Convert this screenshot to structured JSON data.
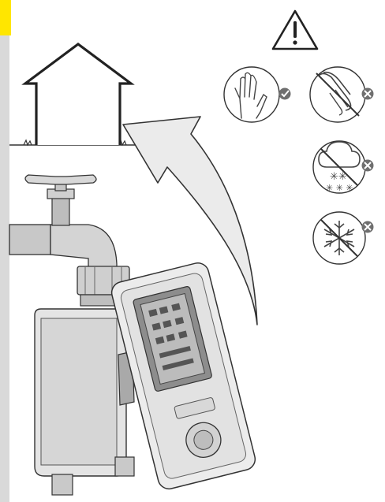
{
  "illustration": {
    "background": "#ffffff",
    "side_strip_color": "#d9d9d9",
    "tab_color": "#ffe600",
    "line_color": "#333333",
    "fill_light": "#e9e9e9",
    "fill_mid": "#cfcfcf",
    "fill_dark": "#9a9a9a",
    "ok_color": "#6f6f6f",
    "no_color": "#6f6f6f"
  },
  "icons": [
    {
      "name": "warning-icon",
      "meaning": "caution"
    },
    {
      "name": "hand-tighten-icon",
      "status": "allowed"
    },
    {
      "name": "pliers-icon",
      "status": "not-allowed"
    },
    {
      "name": "snow-cloud-icon",
      "status": "not-allowed"
    },
    {
      "name": "frost-icon",
      "status": "not-allowed"
    }
  ]
}
